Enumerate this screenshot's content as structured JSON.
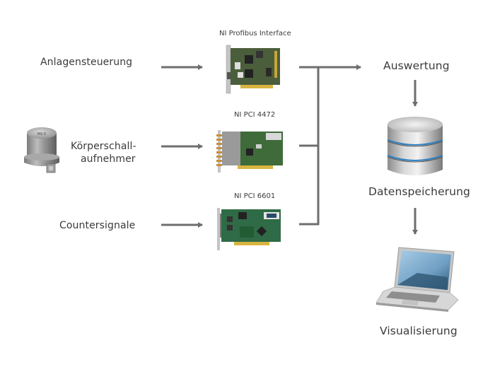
{
  "diagram": {
    "inputs": [
      {
        "label": "Anlagensteuerung"
      },
      {
        "label_line1": "Körperschall-",
        "label_line2": "aufnehmer",
        "icon": "accelerometer-sensor-icon"
      },
      {
        "label": "Countersignale"
      }
    ],
    "cards": [
      {
        "label": "NI Profibus Interface",
        "icon": "pci-card-icon"
      },
      {
        "label": "NI PCI 4472",
        "icon": "pci-card-icon"
      },
      {
        "label": "NI PCI 6601",
        "icon": "pci-card-icon"
      }
    ],
    "outputs": {
      "evaluation": "Auswertung",
      "storage": "Datenspeicherung",
      "visualization": "Visualisierung"
    },
    "colors": {
      "arrow": "#6e6e6e",
      "pcb_green": "#3f6b3a",
      "db_stripe": "#2f7fbf",
      "screen_blue": "#7fb0d3"
    }
  }
}
